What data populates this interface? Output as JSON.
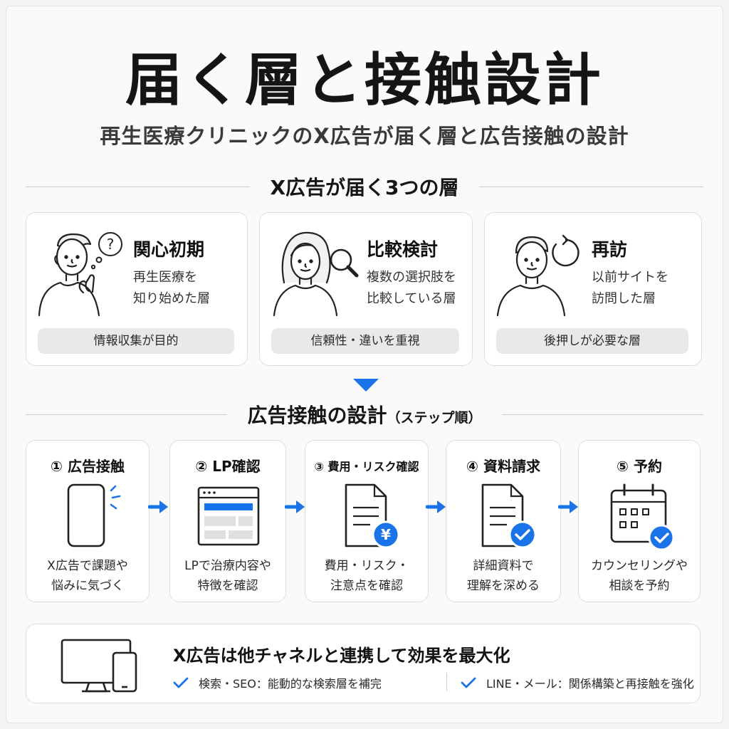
{
  "header": {
    "title": "届く層と接触設計",
    "subtitle": "再生医療クリニックのX広告が届く層と広告接触の設計"
  },
  "layers_section": {
    "heading": "X広告が届く3つの層",
    "cards": [
      {
        "name": "関心初期",
        "desc_line1": "再生医療を",
        "desc_line2": "知り始めた層",
        "pill": "情報収集が目的",
        "icon": "thinking-person-icon"
      },
      {
        "name": "比較検討",
        "desc_line1": "複数の選択肢を",
        "desc_line2": "比較している層",
        "pill": "信頼性・違いを重視",
        "icon": "woman-magnifier-icon"
      },
      {
        "name": "再訪",
        "desc_line1": "以前サイトを",
        "desc_line2": "訪問した層",
        "pill": "後押しが必要な層",
        "icon": "person-refresh-icon"
      }
    ]
  },
  "steps_section": {
    "heading_main": "広告接触の設計",
    "heading_note": "（ステップ順）",
    "steps": [
      {
        "title": "① 広告接触",
        "desc_line1": "X広告で課題や",
        "desc_line2": "悩みに気づく",
        "icon": "smartphone-icon"
      },
      {
        "title": "② LP確認",
        "desc_line1": "LPで治療内容や",
        "desc_line2": "特徴を確認",
        "icon": "browser-window-icon"
      },
      {
        "title": "③ 費用・リスク確認",
        "desc_line1": "費用・リスク・",
        "desc_line2": "注意点を確認",
        "icon": "document-yen-icon"
      },
      {
        "title": "④ 資料請求",
        "desc_line1": "詳細資料で",
        "desc_line2": "理解を深める",
        "icon": "document-check-icon"
      },
      {
        "title": "⑤ 予約",
        "desc_line1": "カウンセリングや",
        "desc_line2": "相談を予約",
        "icon": "calendar-check-icon"
      }
    ]
  },
  "bottom": {
    "title": "X広告は他チャネルと連携して効果を最大化",
    "feature1": "検索・SEO：能動的な検索層を補完",
    "feature2": "LINE・メール：関係構築と再接触を強化"
  },
  "colors": {
    "accent": "#1a73e8",
    "card_bg": "#ffffff",
    "pill_bg": "#e9e9eb",
    "page_bg": "#fafafa"
  }
}
